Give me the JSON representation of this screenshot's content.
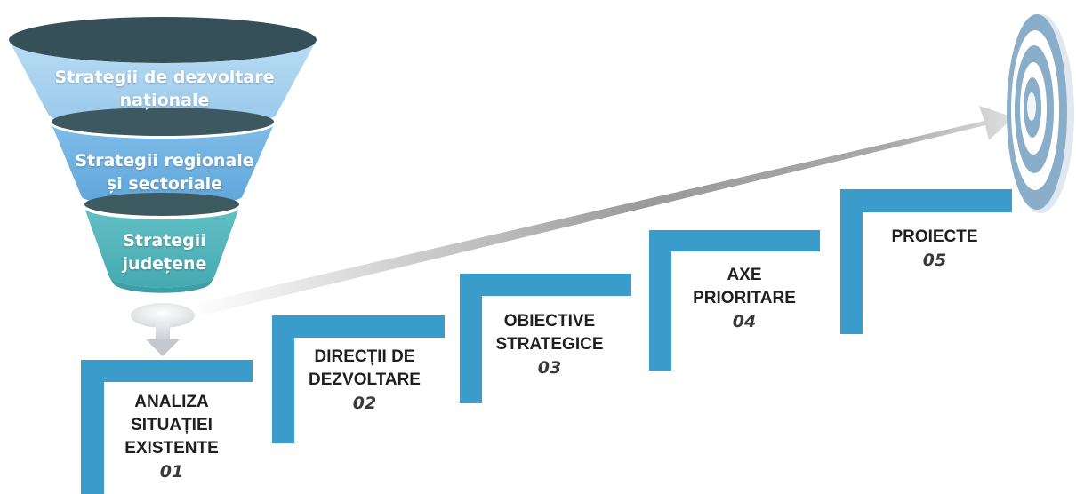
{
  "funnel": {
    "levels": [
      {
        "line1": "Strategii de dezvoltare",
        "line2": "naționale"
      },
      {
        "line1": "Strategii regionale",
        "line2": "și sectoriale"
      },
      {
        "line1": "Strategii",
        "line2": "județene"
      }
    ]
  },
  "steps": [
    {
      "line1": "ANALIZA",
      "line2": "SITUAȚIEI",
      "line3": "EXISTENTE",
      "number": "01"
    },
    {
      "line1": "DIRECȚII DE",
      "line2": "DEZVOLTARE",
      "number": "02"
    },
    {
      "line1": "OBIECTIVE",
      "line2": "STRATEGICE",
      "number": "03"
    },
    {
      "line1": "AXE",
      "line2": "PRIORITARE",
      "number": "04"
    },
    {
      "line1": "PROIECTE",
      "number": "05"
    }
  ],
  "colors": {
    "funnel_top": "#a9d2ee",
    "funnel_mid": "#6aaee0",
    "funnel_bottom": "#55b8bd",
    "funnel_rim": "#36505a",
    "step_bracket": "#3a9cca",
    "target": "#7fa8c6"
  },
  "icons": [
    "funnel-icon",
    "down-arrow-icon",
    "target-icon",
    "trend-arrow-icon"
  ]
}
